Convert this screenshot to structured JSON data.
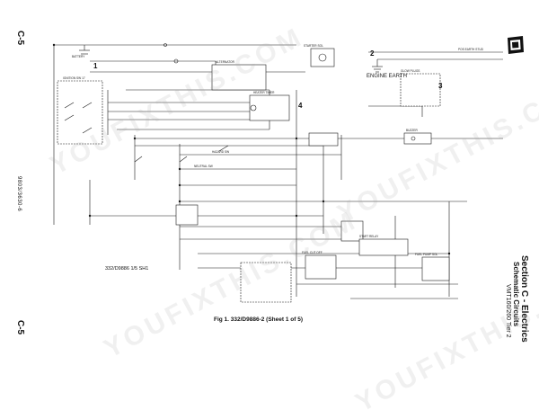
{
  "margin": {
    "top_left": "C-5",
    "bottom_left": "C-5",
    "publication_no": "9803/3630-6"
  },
  "section": {
    "title": "Section C - Electrics",
    "subtitle": "Schematic Circuits",
    "doc": "VMT160/260 Tier 2"
  },
  "figure": {
    "caption": "Fig 1. 332/D9886-2 (Sheet 1 of 5)",
    "sheet_label": "332/D9886 1/5 SH1"
  },
  "callouts": [
    "1",
    "2",
    "3",
    "4"
  ],
  "labels": {
    "battery": "BATTERY",
    "engine_earth": "ENGINE EARTH",
    "ignition_sw": "IGNITION SW 17",
    "starter_sol": "STARTER SOL",
    "alternator": "ALTERNATOR",
    "heater_timer": "HEATER TIMER",
    "glow_plugs": "GLOW PLUGS",
    "buzzer": "BUZZER",
    "pos_earth_stud": "POS EARTH STUD",
    "fuel_pump_sol": "FUEL PUMP SOL",
    "hazard_sw": "HAZARD SW",
    "neutral_sw": "NEUTRAL SW",
    "start_relay": "START RELAY",
    "fuel_cut_off": "FUEL CUT OFF"
  },
  "watermark": "YOUFIXTHIS.COM",
  "colors": {
    "ink": "#1a1a1a",
    "watermark": "#a0a0a0"
  }
}
